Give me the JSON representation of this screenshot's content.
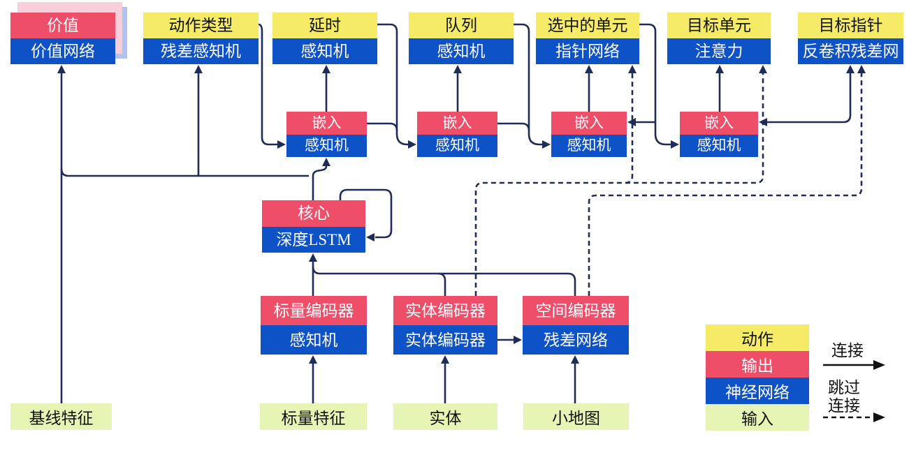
{
  "diagram_title": "AlphaStar-style agent architecture (Chinese)",
  "colors": {
    "action_yellow": "#F6EB67",
    "output_red": "#EF4E68",
    "network_blue": "#0E52C8",
    "input_green": "#E6F5B3",
    "wire_navy": "#1F2B58",
    "value_shadow_pink": "#F9CEDB",
    "value_shadow_blue": "#AFC3F2",
    "legend_arrow_black": "#111111"
  },
  "nodes": {
    "value": {
      "top": "价值",
      "bottom": "价值网络"
    },
    "action_type": {
      "top": "动作类型",
      "bottom": "残差感知机"
    },
    "delay": {
      "top": "延时",
      "bottom": "感知机"
    },
    "queue": {
      "top": "队列",
      "bottom": "感知机"
    },
    "selected_units": {
      "top": "选中的单元",
      "bottom": "指针网络"
    },
    "target_unit": {
      "top": "目标单元",
      "bottom": "注意力"
    },
    "target_pointer": {
      "top": "目标指针",
      "bottom": "反卷积残差网"
    },
    "embed1": {
      "top": "嵌入",
      "bottom": "感知机"
    },
    "embed2": {
      "top": "嵌入",
      "bottom": "感知机"
    },
    "embed3": {
      "top": "嵌入",
      "bottom": "感知机"
    },
    "embed4": {
      "top": "嵌入",
      "bottom": "感知机"
    },
    "core": {
      "top": "核心",
      "bottom": "深度LSTM"
    },
    "scalar_encoder": {
      "top": "标量编码器",
      "bottom": "感知机"
    },
    "entity_encoder": {
      "top": "实体编码器",
      "bottom": "实体编码器"
    },
    "spatial_encoder": {
      "top": "空间编码器",
      "bottom": "残差网络"
    }
  },
  "inputs": {
    "baseline_features": "基线特征",
    "scalar_features": "标量特征",
    "entities": "实体",
    "minimap": "小地图"
  },
  "legend": {
    "items": [
      {
        "label": "动作",
        "meaning": "action",
        "color": "#F6EB67"
      },
      {
        "label": "输出",
        "meaning": "output",
        "color": "#EF4E68"
      },
      {
        "label": "神经网络",
        "meaning": "network",
        "color": "#0E52C8"
      },
      {
        "label": "输入",
        "meaning": "input",
        "color": "#E6F5B3"
      }
    ],
    "solid_label": "连接",
    "skip_label_line1": "跳过",
    "skip_label_line2": "连接"
  },
  "edges": [
    {
      "from": "baseline_features",
      "to": "value",
      "style": "solid"
    },
    {
      "from": "core",
      "to": "value",
      "style": "solid"
    },
    {
      "from": "core",
      "to": "action_type",
      "style": "solid"
    },
    {
      "from": "core",
      "to": "embed1",
      "style": "solid"
    },
    {
      "from": "action_type",
      "to": "embed1",
      "style": "solid"
    },
    {
      "from": "embed1",
      "to": "delay",
      "style": "solid"
    },
    {
      "from": "delay",
      "to": "embed2",
      "style": "solid"
    },
    {
      "from": "embed1",
      "to": "embed2",
      "style": "solid"
    },
    {
      "from": "embed2",
      "to": "queue",
      "style": "solid"
    },
    {
      "from": "queue",
      "to": "embed3",
      "style": "solid"
    },
    {
      "from": "embed2",
      "to": "embed3",
      "style": "solid"
    },
    {
      "from": "embed3",
      "to": "selected_units",
      "style": "solid"
    },
    {
      "from": "selected_units",
      "to": "embed3",
      "style": "solid"
    },
    {
      "from": "selected_units",
      "to": "embed4",
      "style": "solid"
    },
    {
      "from": "embed4",
      "to": "target_unit",
      "style": "solid"
    },
    {
      "from": "embed4",
      "to": "target_pointer",
      "style": "solid"
    },
    {
      "from": "core",
      "to": "core",
      "style": "solid",
      "note": "recurrent loop"
    },
    {
      "from": "scalar_features",
      "to": "scalar_encoder",
      "style": "solid"
    },
    {
      "from": "entities",
      "to": "entity_encoder",
      "style": "solid"
    },
    {
      "from": "minimap",
      "to": "spatial_encoder",
      "style": "solid"
    },
    {
      "from": "scalar_encoder",
      "to": "core",
      "style": "solid"
    },
    {
      "from": "entity_encoder",
      "to": "core",
      "style": "solid"
    },
    {
      "from": "spatial_encoder",
      "to": "core",
      "style": "solid"
    },
    {
      "from": "entity_encoder",
      "to": "spatial_encoder",
      "style": "solid"
    },
    {
      "from": "entity_encoder",
      "to": "selected_units",
      "style": "dashed"
    },
    {
      "from": "entity_encoder",
      "to": "target_unit",
      "style": "dashed"
    },
    {
      "from": "spatial_encoder",
      "to": "target_pointer",
      "style": "dashed"
    }
  ]
}
